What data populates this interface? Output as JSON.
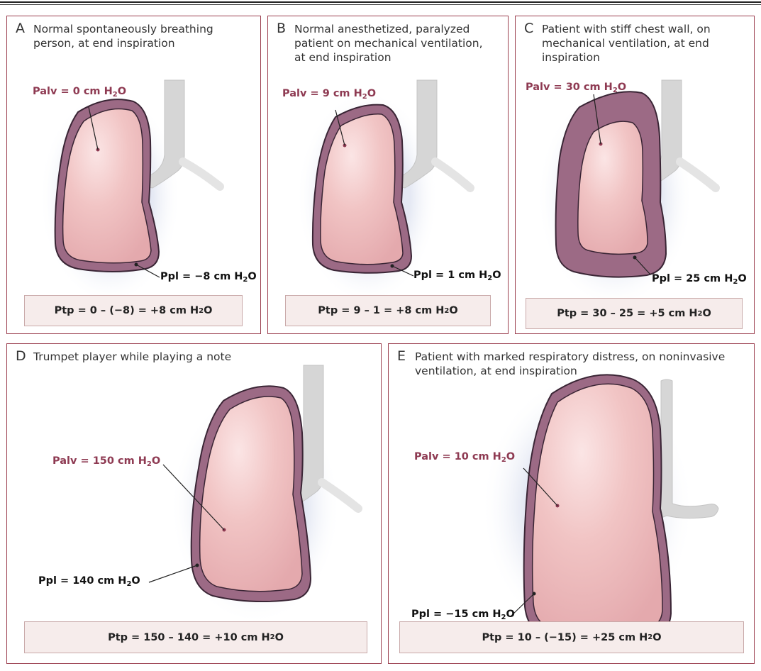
{
  "panels": [
    {
      "letter": "A",
      "title": "Normal spontaneously breathing\nperson, at end inspiration",
      "palv": {
        "prefix": "Palv = 0 cm H",
        "sub": "2",
        "suffix": "O"
      },
      "ppl": {
        "prefix": "Ppl = −8 cm H",
        "sub": "2",
        "suffix": "O"
      },
      "ptp": {
        "prefix": "Ptp = 0 – (−8) = +8 cm H",
        "sub": "2",
        "suffix": "O"
      },
      "pressures_cm_h2o": {
        "alveolar": 0,
        "pleural": -8,
        "transpulmonary": 8
      }
    },
    {
      "letter": "B",
      "title": "Normal anesthetized, paralyzed\npatient on mechanical ventilation,\n at end inspiration",
      "palv": {
        "prefix": "Palv = 9 cm H",
        "sub": "2",
        "suffix": "O"
      },
      "ppl": {
        "prefix": "Ppl = 1 cm H",
        "sub": "2",
        "suffix": "O"
      },
      "ptp": {
        "prefix": "Ptp = 9 – 1 = +8 cm H",
        "sub": "2",
        "suffix": "O"
      },
      "pressures_cm_h2o": {
        "alveolar": 9,
        "pleural": 1,
        "transpulmonary": 8
      }
    },
    {
      "letter": "C",
      "title": "Patient with stiff chest wall, on\nmechanical ventilation, at end\ninspiration",
      "palv": {
        "prefix": "Palv = 30 cm H",
        "sub": "2",
        "suffix": "O"
      },
      "ppl": {
        "prefix": "Ppl = 25 cm H",
        "sub": "2",
        "suffix": "O"
      },
      "ptp": {
        "prefix": "Ptp = 30 – 25 = +5 cm H",
        "sub": "2",
        "suffix": "O"
      },
      "pressures_cm_h2o": {
        "alveolar": 30,
        "pleural": 25,
        "transpulmonary": 5
      }
    },
    {
      "letter": "D",
      "title": "Trumpet player while playing a note",
      "palv": {
        "prefix": "Palv = 150 cm H",
        "sub": "2",
        "suffix": "O"
      },
      "ppl": {
        "prefix": "Ppl = 140 cm H",
        "sub": "2",
        "suffix": "O"
      },
      "ptp": {
        "prefix": "Ptp = 150 – 140 = +10 cm H",
        "sub": "2",
        "suffix": "O"
      },
      "pressures_cm_h2o": {
        "alveolar": 150,
        "pleural": 140,
        "transpulmonary": 10
      }
    },
    {
      "letter": "E",
      "title": "Patient with marked respiratory distress, on noninvasive\nventilation, at end inspiration",
      "palv": {
        "prefix": "Palv = 10 cm H",
        "sub": "2",
        "suffix": "O"
      },
      "ppl": {
        "prefix": "Ppl = −15 cm H",
        "sub": "2",
        "suffix": "O"
      },
      "ptp": {
        "prefix": "Ptp = 10 – (−15) = +25 cm H",
        "sub": "2",
        "suffix": "O"
      },
      "pressures_cm_h2o": {
        "alveolar": 10,
        "pleural": -15,
        "transpulmonary": 25
      }
    }
  ],
  "colors": {
    "panel_border": "#9b3f4f",
    "lung_fill": "#eebbbb",
    "pleura_fill": "#9c6a85",
    "pleura_outline": "#3a2535",
    "airway": "#d6d6d6",
    "palv_label": "#8e3a52",
    "equation_box": "#f6eceb"
  }
}
